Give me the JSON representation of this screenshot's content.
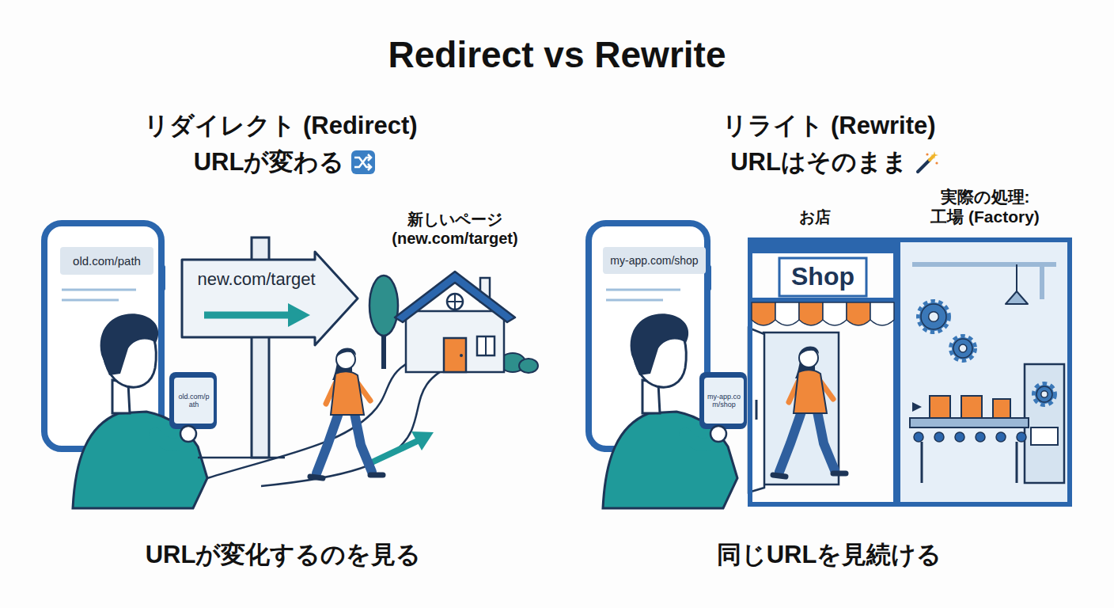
{
  "diagram": {
    "title": "Redirect vs Rewrite",
    "nodes": [
      {
        "text": [
          "old.com/path"
        ]
      },
      {
        "text": [
          "old.com/path"
        ]
      },
      {
        "text": [
          "new.com/target"
        ]
      },
      {
        "text": [
          "新しいページ (new.com/target)"
        ]
      },
      {
        "text": [
          "my-app.com/shop"
        ]
      },
      {
        "text": [
          "my-app.com/shop"
        ]
      },
      {
        "text": [
          "お店",
          "Shop"
        ]
      },
      {
        "text": [
          "実際の処理: 工場 (Factory)"
        ]
      }
    ],
    "labels": [
      "リダイレクト (Redirect)",
      "URLが変わる",
      "URLが変化するのを見る",
      "リライト (Rewrite)",
      "URLはそのまま",
      "同じURLを見続ける"
    ]
  }
}
